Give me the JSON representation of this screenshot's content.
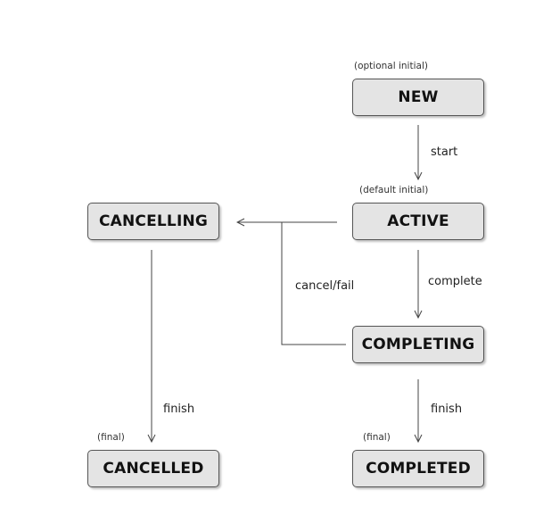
{
  "states": {
    "new": "NEW",
    "active": "ACTIVE",
    "completing": "COMPLETING",
    "completed": "COMPLETED",
    "cancelling": "CANCELLING",
    "cancelled": "CANCELLED"
  },
  "notes": {
    "new": "(optional initial)",
    "active": "(default initial)",
    "completed": "(final)",
    "cancelled": "(final)"
  },
  "transitions": {
    "start": "start",
    "complete": "complete",
    "finish_completed": "finish",
    "cancel_fail": "cancel/fail",
    "finish_cancelled": "finish"
  },
  "colors": {
    "box_fill": "#e4e4e4",
    "box_border": "#555555",
    "line": "#444444"
  }
}
